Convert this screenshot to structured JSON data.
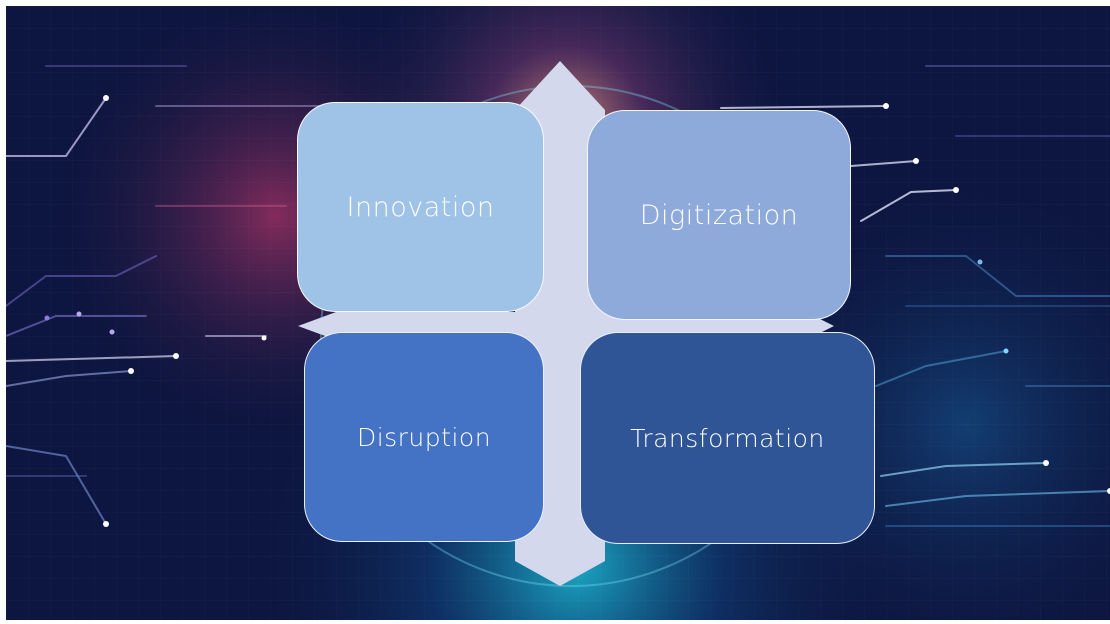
{
  "diagram": {
    "quadrants": [
      {
        "label": "Innovation",
        "color": "#9ec3e6"
      },
      {
        "label": "Digitization",
        "color": "#8eaadb"
      },
      {
        "label": "Disruption",
        "color": "#4472c4"
      },
      {
        "label": "Transformation",
        "color": "#2f5597"
      }
    ],
    "arrows_color": "#d3d8ec",
    "background": {
      "base": "#0d1640",
      "glow_colors": [
        "#f0a070",
        "#e0407a",
        "#30e0ff"
      ]
    }
  }
}
